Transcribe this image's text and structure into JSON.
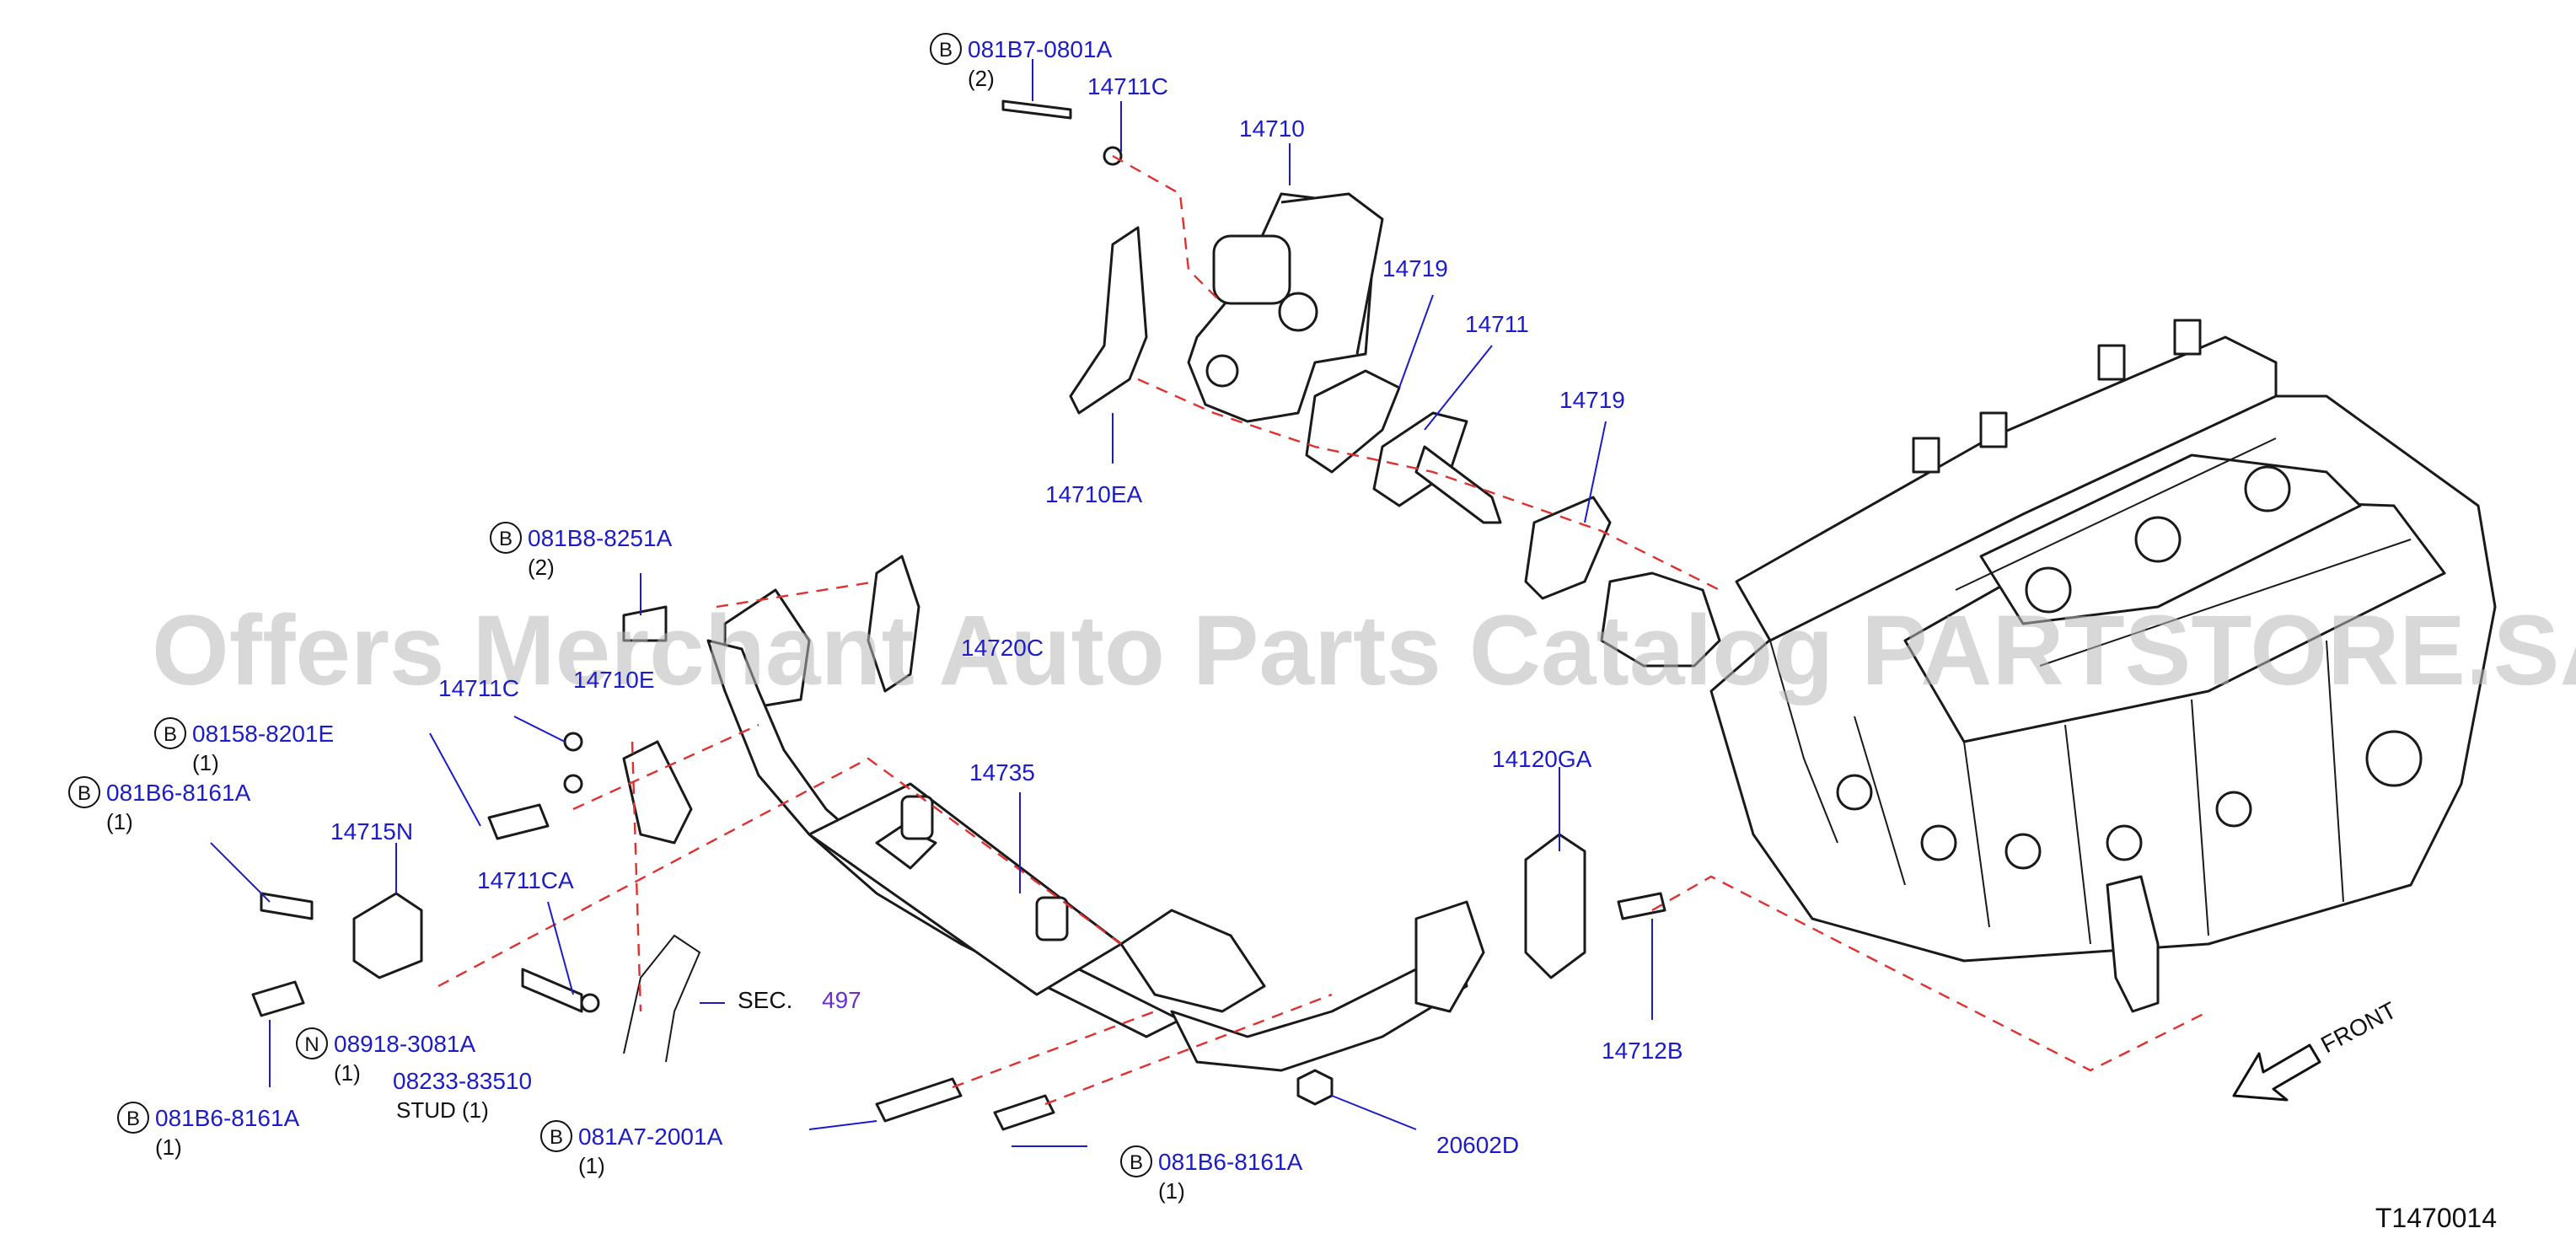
{
  "diagram_code": "T1470014",
  "watermark": "Offers Merchant Auto Parts Catalog PARTSTORE.SA",
  "front_label": "FRONT",
  "section_ref": {
    "label": "SEC.",
    "number": "497"
  },
  "callouts": [
    {
      "id": "c1",
      "badge": "B",
      "part": "081B7-0801A",
      "qty": "(2)"
    },
    {
      "id": "c2",
      "badge": "",
      "part": "14711C",
      "qty": ""
    },
    {
      "id": "c3",
      "badge": "",
      "part": "14710",
      "qty": ""
    },
    {
      "id": "c4",
      "badge": "",
      "part": "14719",
      "qty": ""
    },
    {
      "id": "c5",
      "badge": "",
      "part": "14711",
      "qty": ""
    },
    {
      "id": "c6",
      "badge": "",
      "part": "14719",
      "qty": ""
    },
    {
      "id": "c7",
      "badge": "",
      "part": "14710EA",
      "qty": ""
    },
    {
      "id": "c8",
      "badge": "B",
      "part": "081B8-8251A",
      "qty": "(2)"
    },
    {
      "id": "c9",
      "badge": "",
      "part": "14711C",
      "qty": ""
    },
    {
      "id": "c10",
      "badge": "",
      "part": "14710E",
      "qty": ""
    },
    {
      "id": "c11",
      "badge": "",
      "part": "14720C",
      "qty": ""
    },
    {
      "id": "c12",
      "badge": "B",
      "part": "08158-8201E",
      "qty": "(1)"
    },
    {
      "id": "c13",
      "badge": "B",
      "part": "081B6-8161A",
      "qty": "(1)"
    },
    {
      "id": "c14",
      "badge": "",
      "part": "14715N",
      "qty": ""
    },
    {
      "id": "c15",
      "badge": "",
      "part": "14735",
      "qty": ""
    },
    {
      "id": "c16",
      "badge": "",
      "part": "14120GA",
      "qty": ""
    },
    {
      "id": "c17",
      "badge": "",
      "part": "14711CA",
      "qty": ""
    },
    {
      "id": "c18",
      "badge": "N",
      "part": "08918-3081A",
      "qty": "(1)"
    },
    {
      "id": "c19",
      "badge": "",
      "part": "08233-83510",
      "qty": "STUD  (1)"
    },
    {
      "id": "c20",
      "badge": "B",
      "part": "081B6-8161A",
      "qty": "(1)"
    },
    {
      "id": "c21",
      "badge": "B",
      "part": "081A7-2001A",
      "qty": "(1)"
    },
    {
      "id": "c22",
      "badge": "B",
      "part": "081B6-8161A",
      "qty": "(1)"
    },
    {
      "id": "c23",
      "badge": "",
      "part": "14712B",
      "qty": ""
    },
    {
      "id": "c24",
      "badge": "",
      "part": "20602D",
      "qty": ""
    }
  ]
}
